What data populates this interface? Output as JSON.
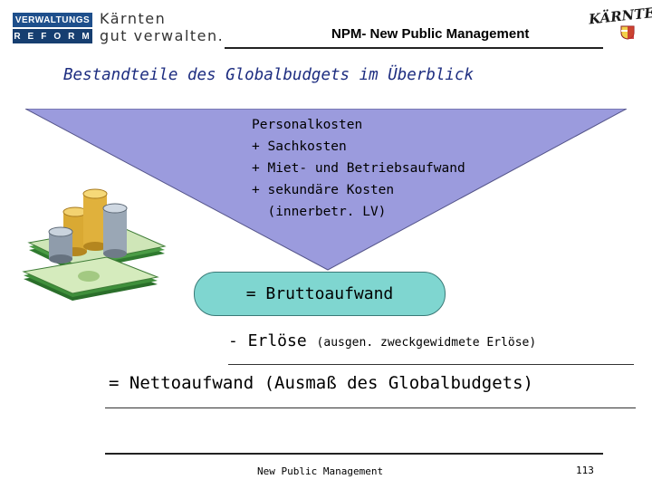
{
  "header": {
    "logo_box_top": "VERWALTUNGS",
    "logo_box_bottom": "REFORM",
    "logo_line1": "Kärnten",
    "logo_line2": "gut verwalten.",
    "title": "NPM- New Public Management",
    "brand_text": "KÄRNTEN"
  },
  "slide": {
    "title": "Bestandteile des Globalbudgets im Überblick",
    "cost_lines": [
      "Personalkosten",
      "+ Sachkosten",
      "+ Miet- und Betriebsaufwand",
      "+ sekundäre Kosten",
      "  (innerbetr. LV)"
    ],
    "brutto": "= Bruttoaufwand",
    "erloese_main": "- Erlöse ",
    "erloese_note": "(ausgen. zweckgewidmete Erlöse)",
    "netto": "= Nettoaufwand (Ausmaß des Globalbudgets)"
  },
  "footer": {
    "text": "New Public Management",
    "page": "113"
  },
  "colors": {
    "funnel_fill": "#9b9bdd",
    "brutto_fill": "#7fd6d0",
    "title_color": "#1d2d80",
    "logo_blue": "#1e4f8c"
  },
  "icons": [
    "money-stack-icon",
    "coin-stack-icon",
    "crest-icon"
  ]
}
